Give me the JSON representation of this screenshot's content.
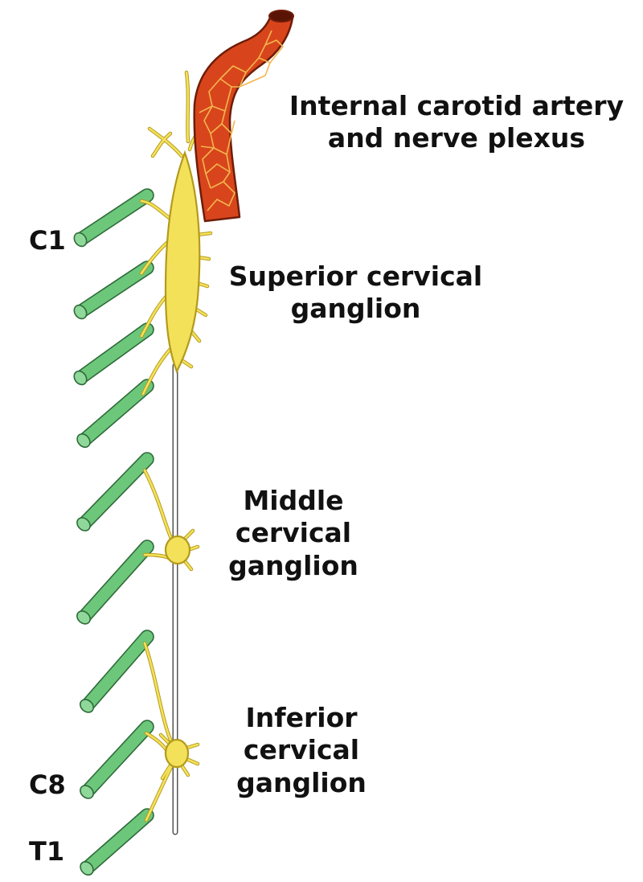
{
  "labels": {
    "carotid": [
      "Internal carotid artery",
      "and nerve plexus"
    ],
    "superior": [
      "Superior cervical",
      "ganglion"
    ],
    "middle": [
      "Middle",
      "cervical",
      "ganglion"
    ],
    "inferior": [
      "Inferior",
      "cervical",
      "ganglion"
    ],
    "c1": "C1",
    "c8": "C8",
    "t1": "T1"
  },
  "colors": {
    "spinal_nerve": "#6cc77a",
    "spinal_nerve_outline": "#2f6b3a",
    "ganglion": "#f4e15a",
    "ganglion_outline": "#b39a1c",
    "artery": "#d8451c",
    "artery_outline": "#6e1d08",
    "artery_network": "#f3b64e",
    "trunk": "#ffffff",
    "trunk_outline": "#555555"
  },
  "icons": [
    "spinal-nerve-root",
    "sympathetic-ganglion",
    "internal-carotid-artery"
  ]
}
